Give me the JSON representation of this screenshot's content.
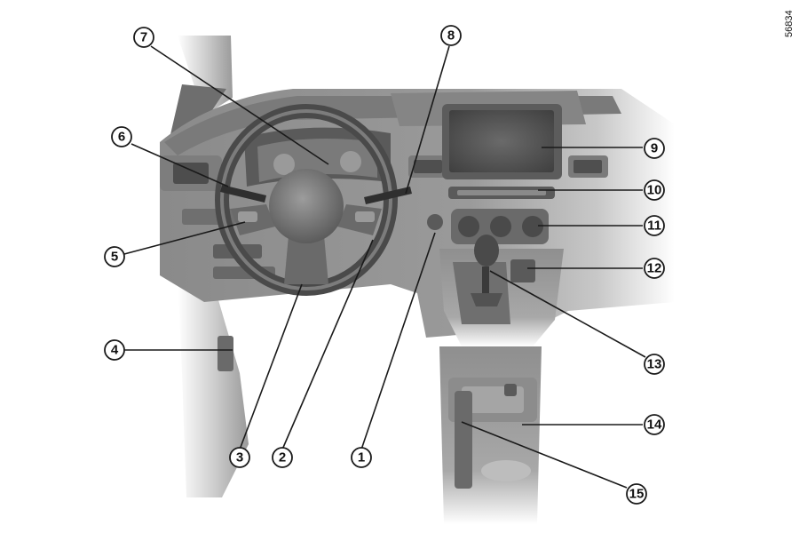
{
  "reference_code": "56834",
  "callouts": [
    {
      "number": "1"
    },
    {
      "number": "2"
    },
    {
      "number": "3"
    },
    {
      "number": "4"
    },
    {
      "number": "5"
    },
    {
      "number": "6"
    },
    {
      "number": "7"
    },
    {
      "number": "8"
    },
    {
      "number": "9"
    },
    {
      "number": "10"
    },
    {
      "number": "11"
    },
    {
      "number": "12"
    },
    {
      "number": "13"
    },
    {
      "number": "14"
    },
    {
      "number": "15"
    }
  ]
}
